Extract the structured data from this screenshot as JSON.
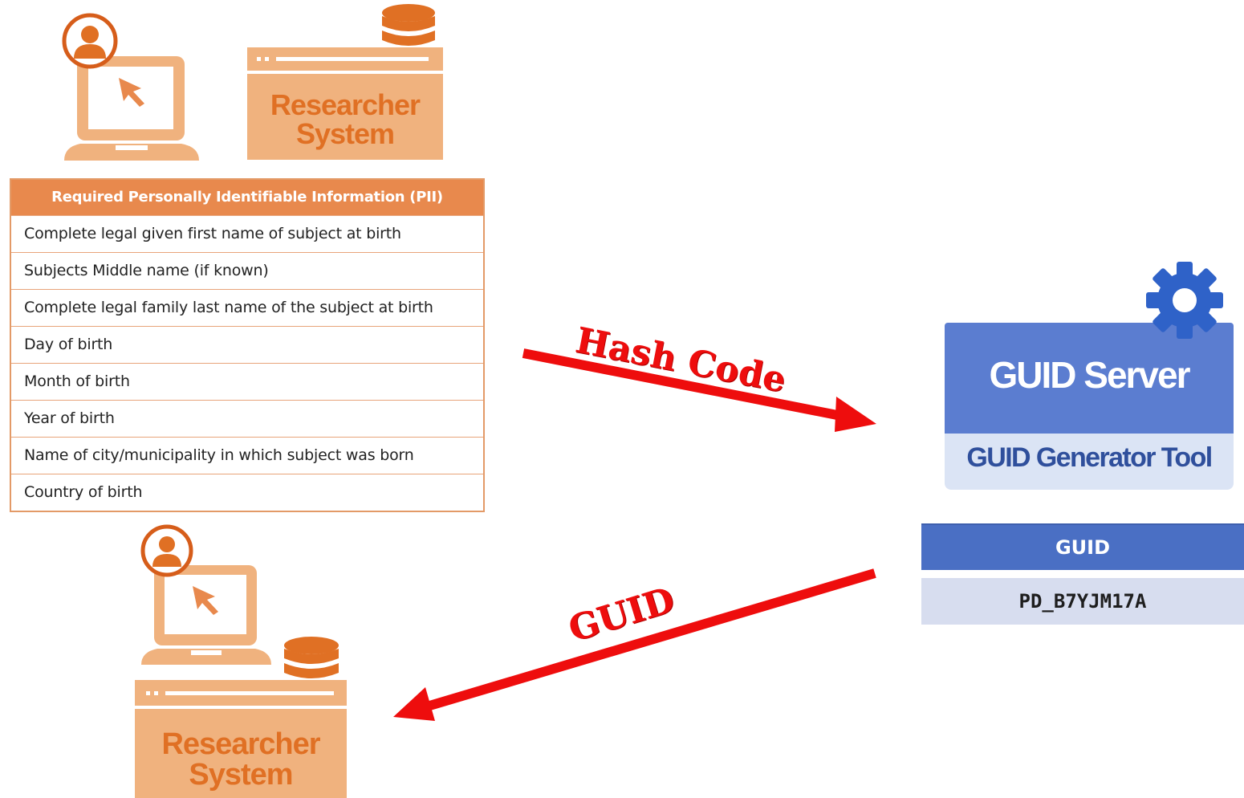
{
  "researcher_system_top": {
    "line1": "Researcher",
    "line2": "System"
  },
  "pii_table": {
    "header": "Required Personally Identifiable Information (PII)",
    "rows": [
      "Complete legal given first name of subject at birth",
      "Subjects Middle name (if known)",
      "Complete legal family last name of the subject at birth",
      "Day of birth",
      "Month of birth",
      "Year of birth",
      "Name of city/municipality in which subject was born",
      "Country of birth"
    ]
  },
  "arrows": {
    "hash_code": "Hash Code",
    "guid": "GUID"
  },
  "guid_server": {
    "title": "GUID Server",
    "tool": "GUID Generator Tool"
  },
  "guid_result": {
    "header": "GUID",
    "value": "PD_B7YJM17A"
  },
  "researcher_system_bottom": {
    "line1": "Researcher",
    "line2": "System"
  },
  "colors": {
    "orange_accent": "#e8894d",
    "orange_text": "#e07024",
    "blue_server": "#5b7dd0",
    "arrow_red": "#ee0d0d"
  },
  "icons": [
    "user-computer-icon",
    "database-icon",
    "gear-icon",
    "arrow-right-down",
    "arrow-left-down"
  ]
}
